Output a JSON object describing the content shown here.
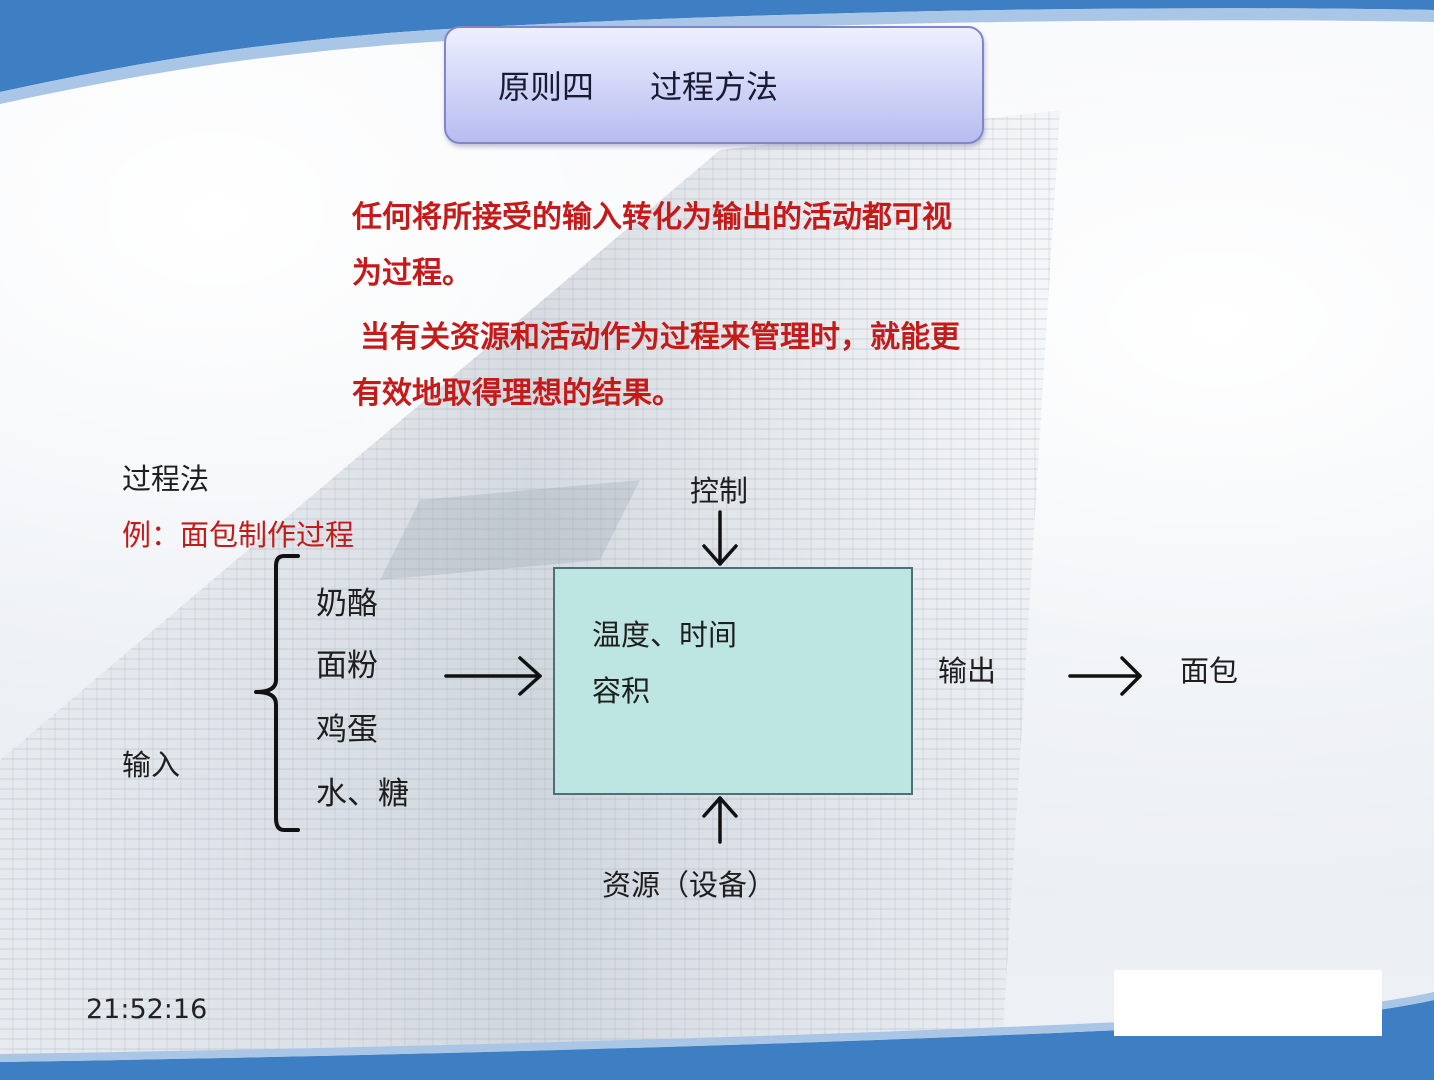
{
  "slide": {
    "title_left": "原则四",
    "title_right": "过程方法",
    "definition_line1": "任何将所接受的输入转化为输出的活动都可视",
    "definition_line2": "为过程。",
    "benefit_line1": "当有关资源和活动作为过程来管理时，就能更",
    "benefit_line2": "有效地取得理想的结果。",
    "timestamp": "21:52:16"
  },
  "diagram": {
    "heading": "过程法",
    "example": "例：面包制作过程",
    "input_label": "输入",
    "inputs": [
      "奶酪",
      "面粉",
      "鸡蛋",
      "水、糖"
    ],
    "control_label": "控制",
    "process_lines": [
      "温度、时间",
      "容积"
    ],
    "resource_label": "资源（设备）",
    "output_label": "输出",
    "product_label": "面包"
  },
  "colors": {
    "accent_red": "#c41a1a",
    "process_fill": "#bde5e1",
    "title_fill": "#b7bcf0",
    "ribbon_blue": "#3d7fc2"
  }
}
